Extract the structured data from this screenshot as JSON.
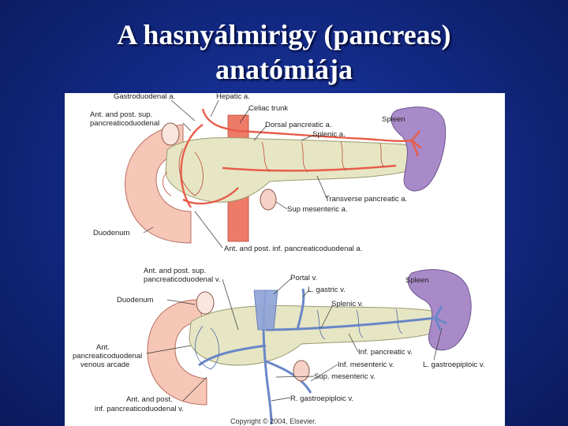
{
  "slide": {
    "title_line1": "A hasnyálmirigy (pancreas)",
    "title_line2": "anatómiája"
  },
  "colors": {
    "background": "#132a86",
    "artery": "#e85d4a",
    "vein": "#6a86c8",
    "pancreas": "#e6e6c4",
    "spleen": "#a98ac8",
    "duodenum": "#f6c6b6"
  },
  "arterial_labels": {
    "gastroduodenal": "Gastroduodenal a.",
    "hepatic": "Hepatic a.",
    "ant_post_sup_1": "Ant. and post. sup.",
    "ant_post_sup_2": "pancreaticoduodenal",
    "celiac": "Celiac trunk",
    "dorsal_pancreatic": "Dorsal pancreatic a.",
    "splenic": "Splenic a.",
    "spleen": "Spleen",
    "transverse_pancreatic": "Transverse pancreatic a.",
    "sup_mesenteric": "Sup mesenteric a.",
    "duodenum": "Duodenum",
    "ant_post_inf": "Ant. and post. inf. pancreaticoduodenal a."
  },
  "venous_labels": {
    "ant_post_sup_1": "Ant. and post. sup.",
    "ant_post_sup_2": "pancreaticoduodenal v.",
    "portal": "Portal v.",
    "l_gastric": "L. gastric v.",
    "spleen": "Spleen",
    "duodenum": "Duodenum",
    "splenic": "Splenic v.",
    "arcade_1": "Ant.",
    "arcade_2": "pancreaticoduodenal",
    "arcade_3": "venous arcade",
    "inf_pancreatic": "Inf. pancreatic v.",
    "inf_mesenteric": "Inf. mesenteric v.",
    "l_gastroepiploic": "L. gastroepiploic v.",
    "sup_mesenteric": "Sup. mesenteric v.",
    "r_gastroepiploic": "R. gastroepiploic v.",
    "ant_inf_1": "Ant. and post.",
    "ant_inf_2": "inf. pancreaticoduodenal v."
  },
  "copyright": "Copyright © 2004, Elsevier."
}
